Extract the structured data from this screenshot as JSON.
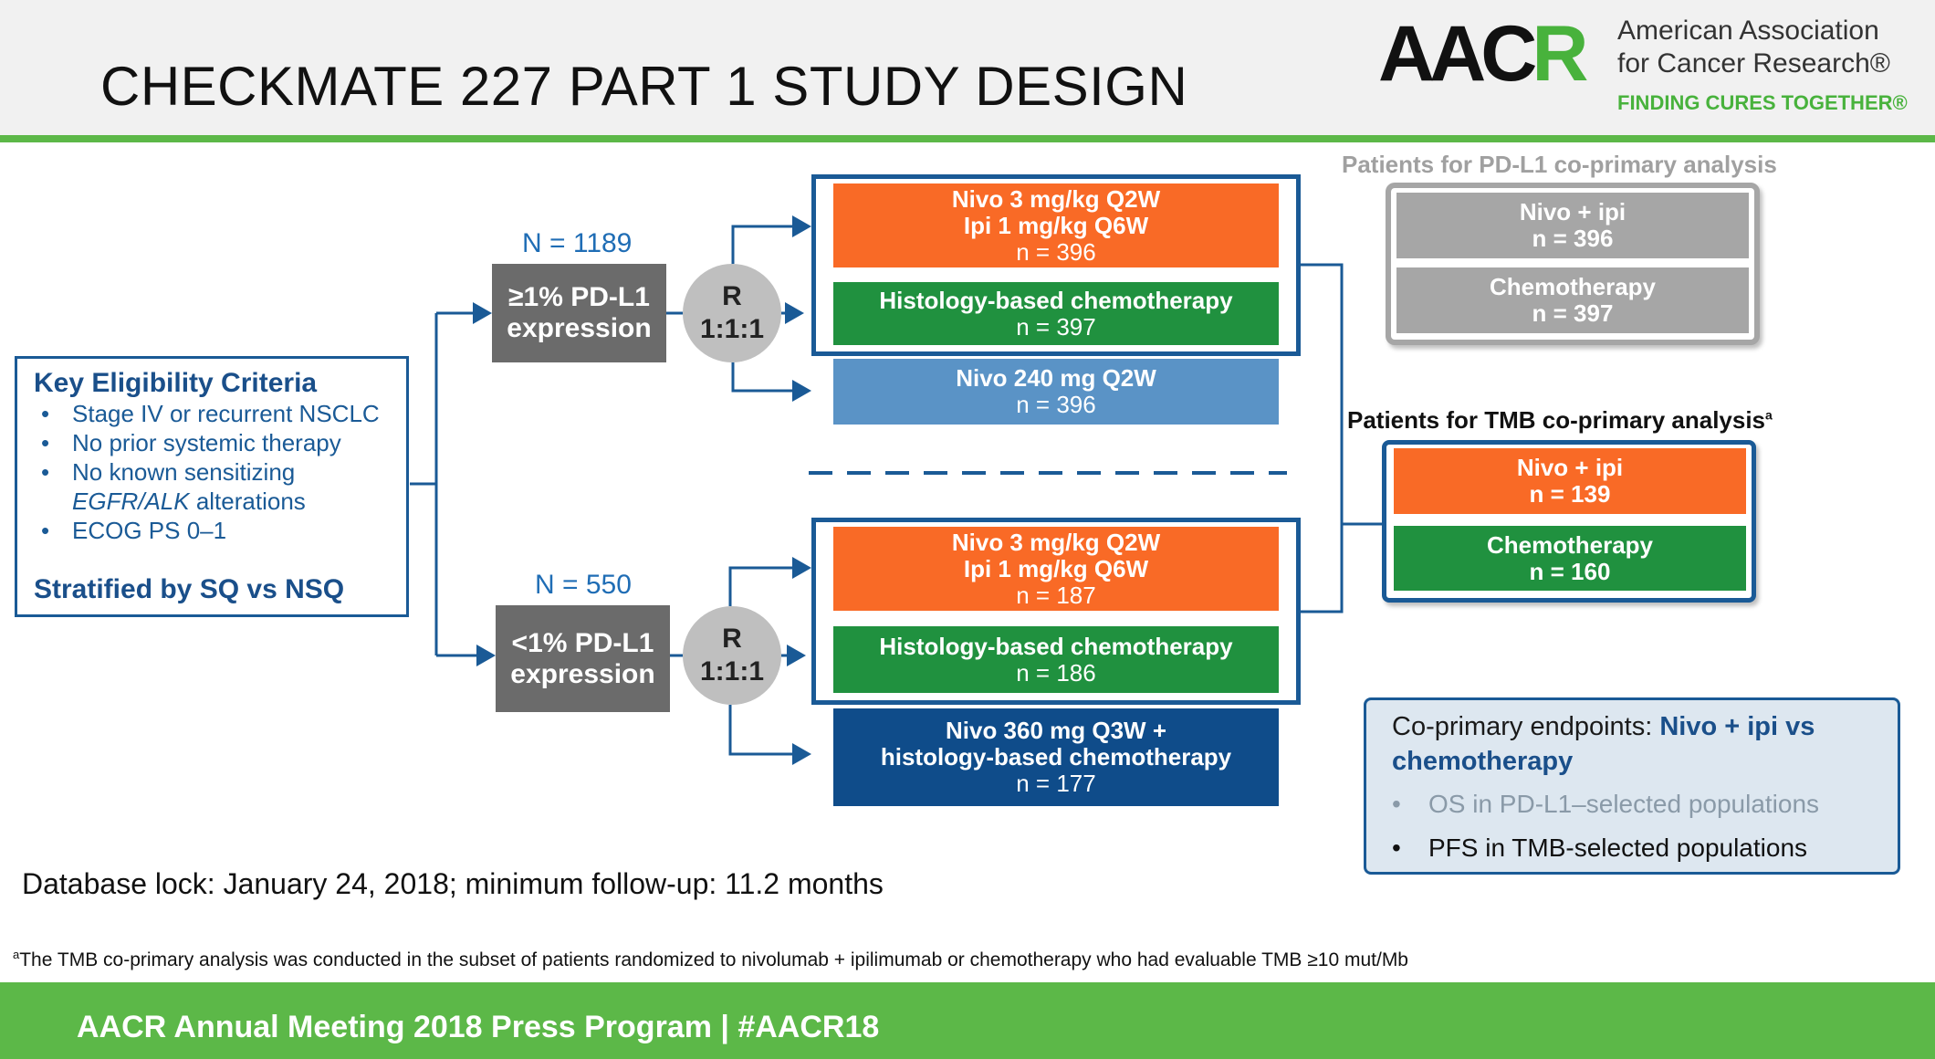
{
  "header": {
    "title": "CHECKMATE 227 PART 1 STUDY DESIGN",
    "logo_mark_a": "AAC",
    "logo_mark_b": "R",
    "org_line1": "American Association",
    "org_line2": "for Cancer Research®",
    "tagline": "FINDING CURES TOGETHER®"
  },
  "eligibility": {
    "title": "Key Eligibility Criteria",
    "items": [
      "Stage IV or recurrent NSCLC",
      "No prior systemic therapy",
      "No known sensitizing",
      "ECOG PS 0–1"
    ],
    "item3_line2_italic": "EGFR/ALK",
    "item3_line2_rest": " alterations",
    "stratified": "Stratified by SQ vs NSQ"
  },
  "upper": {
    "n": "N = 1189",
    "pop_line1": "≥1% PD-L1",
    "pop_line2": "expression",
    "rand_line1": "R",
    "rand_line2": "1:1:1",
    "arms": [
      {
        "line1": "Nivo 3 mg/kg Q2W",
        "line2": "Ipi 1 mg/kg Q6W",
        "n": "n = 396"
      },
      {
        "line1": "Histology-based chemotherapy",
        "n": "n = 397"
      },
      {
        "line1": "Nivo 240 mg Q2W",
        "n": "n = 396"
      }
    ]
  },
  "lower": {
    "n": "N = 550",
    "pop_line1": "<1% PD-L1",
    "pop_line2": "expression",
    "rand_line1": "R",
    "rand_line2": "1:1:1",
    "arms": [
      {
        "line1": "Nivo 3 mg/kg Q2W",
        "line2": "Ipi 1 mg/kg Q6W",
        "n": "n = 187"
      },
      {
        "line1": "Histology-based chemotherapy",
        "n": "n = 186"
      },
      {
        "line1": "Nivo 360 mg Q3W +",
        "line2": "histology-based chemotherapy",
        "n": "n = 177"
      }
    ]
  },
  "pdl1_panel": {
    "label": "Patients for PD-L1 co-primary analysis",
    "boxes": [
      {
        "line1": "Nivo + ipi",
        "n": "n = 396"
      },
      {
        "line1": "Chemotherapy",
        "n": "n = 397"
      }
    ]
  },
  "tmb_panel": {
    "label": "Patients for TMB co-primary analysis",
    "label_sup": "a",
    "boxes": [
      {
        "line1": "Nivo + ipi",
        "n": "n = 139"
      },
      {
        "line1": "Chemotherapy",
        "n": "n = 160"
      }
    ]
  },
  "endpoints": {
    "title_plain": "Co-primary endpoints: ",
    "title_highlight": "Nivo + ipi vs chemotherapy",
    "items": [
      "OS in PD-L1–selected populations",
      "PFS in TMB-selected populations"
    ]
  },
  "database_lock": "Database lock: January 24, 2018; minimum follow-up: 11.2 months",
  "footnote": {
    "sup": "a",
    "text": "The TMB co-primary analysis was conducted in the subset of patients randomized to nivolumab + ipilimumab or chemotherapy who had evaluable TMB ≥10 mut/Mb"
  },
  "footer": "AACR Annual Meeting 2018 Press Program  |  #AACR18",
  "colors": {
    "orange": "#f96a26",
    "green": "#20913f",
    "light_blue": "#5a93c6",
    "dark_blue": "#0f4c8a",
    "frame_blue": "#1a5a96",
    "aacr_green": "#5cb848"
  }
}
